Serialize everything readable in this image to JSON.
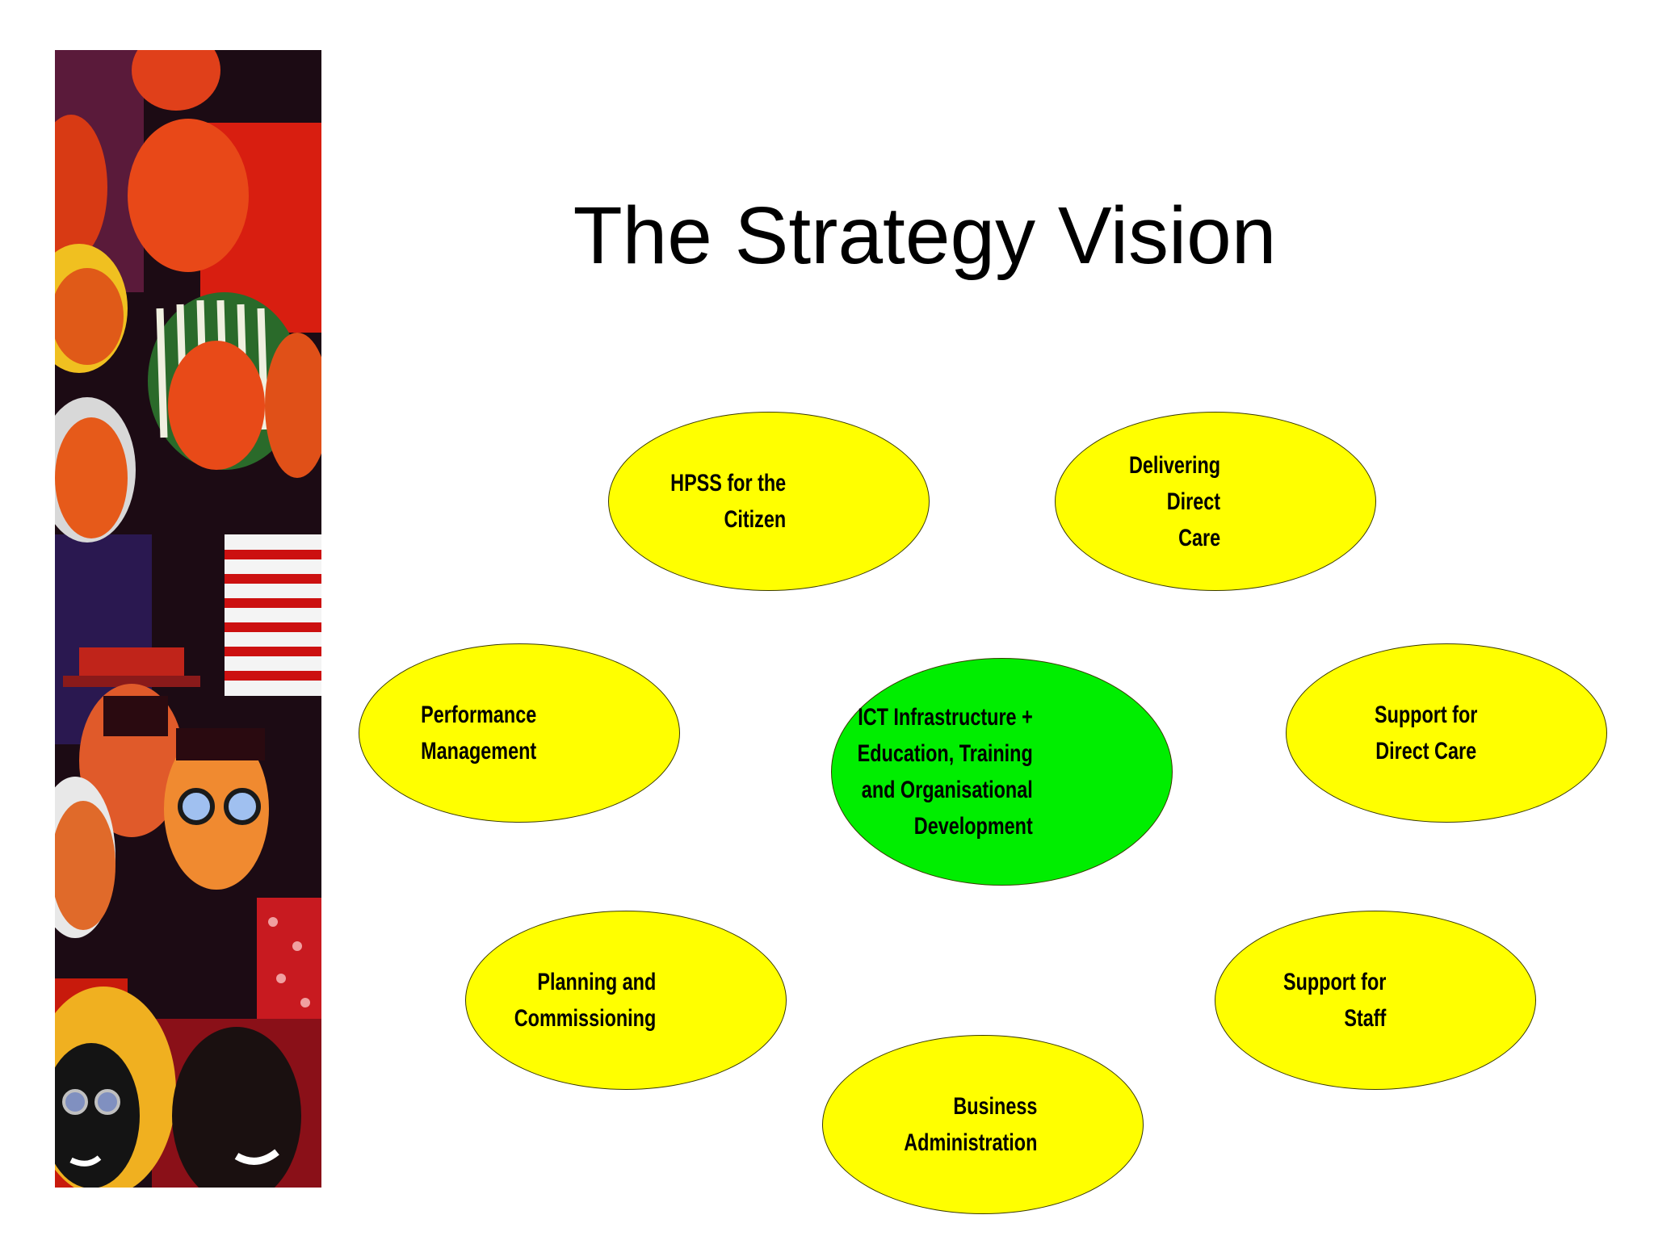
{
  "slide": {
    "title": "The Strategy Vision"
  },
  "colors": {
    "outer_node": "#ffff00",
    "center_node": "#00ee00",
    "node_outline": "#3a3a00"
  },
  "diagram": {
    "center": {
      "lines": [
        "ICT Infrastructure +",
        "Education, Training",
        "and Organisational",
        "Development"
      ]
    },
    "nodes": [
      {
        "id": "hpss",
        "lines": [
          "HPSS for the",
          "Citizen"
        ]
      },
      {
        "id": "delivering",
        "lines": [
          "Delivering",
          "Direct",
          "Care"
        ]
      },
      {
        "id": "performance",
        "lines": [
          "Performance",
          "Management"
        ]
      },
      {
        "id": "support-direct",
        "lines": [
          "Support for",
          "Direct Care"
        ]
      },
      {
        "id": "planning",
        "lines": [
          "Planning and",
          "Commissioning"
        ]
      },
      {
        "id": "support-staff",
        "lines": [
          "Support for",
          "Staff"
        ]
      },
      {
        "id": "business",
        "lines": [
          "Business",
          "Administration"
        ]
      }
    ]
  },
  "decorative_image": {
    "icon": "crowd-painting-image"
  }
}
